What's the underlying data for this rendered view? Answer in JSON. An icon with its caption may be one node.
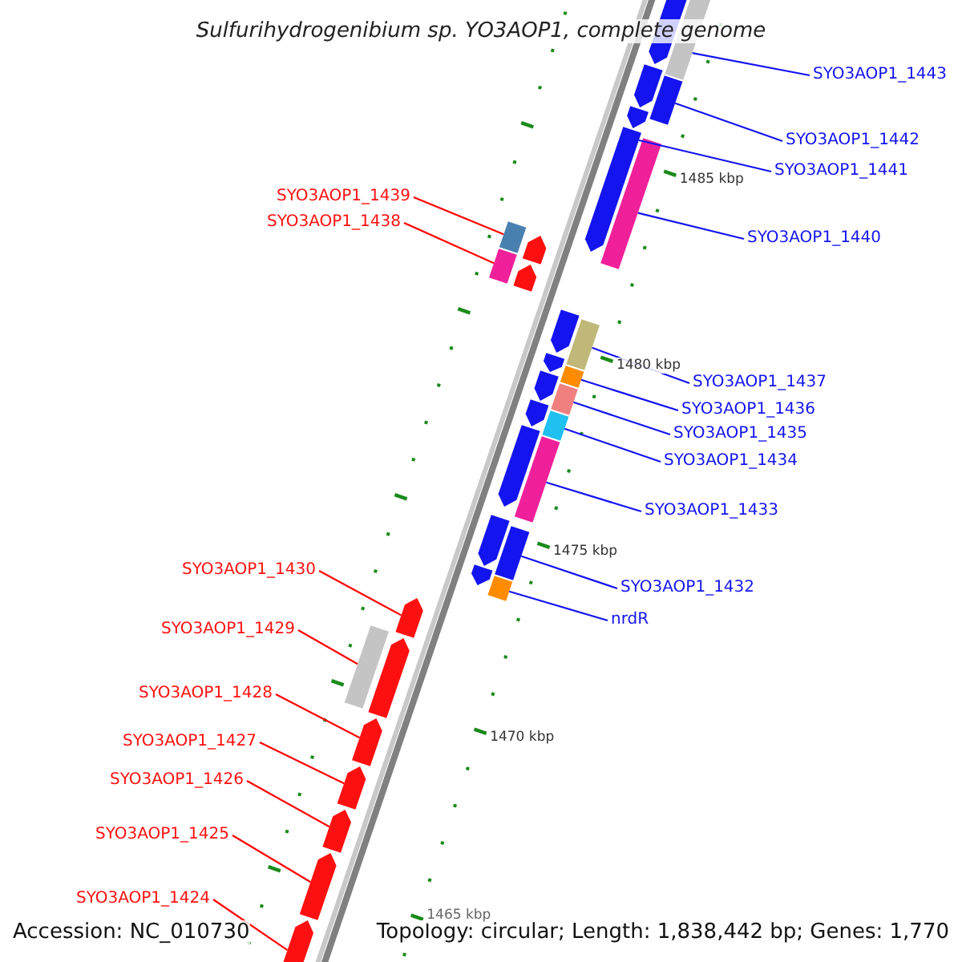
{
  "diagram": {
    "title": "Sulfurihydrogenibium sp. YO3AOP1, complete genome",
    "nodes": [
      {
        "text": [
          "SYO3AOP1_1443"
        ]
      },
      {
        "text": [
          "SYO3AOP1_1442"
        ]
      },
      {
        "text": [
          "SYO3AOP1_1441"
        ]
      },
      {
        "text": [
          "SYO3AOP1_1439"
        ]
      },
      {
        "text": [
          "SYO3AOP1_1438"
        ]
      },
      {
        "text": [
          "SYO3AOP1_1440"
        ]
      },
      {
        "text": [
          "SYO3AOP1_1437"
        ]
      },
      {
        "text": [
          "SYO3AOP1_1436"
        ]
      },
      {
        "text": [
          "SYO3AOP1_1435"
        ]
      },
      {
        "text": [
          "SYO3AOP1_1434"
        ]
      },
      {
        "text": [
          "SYO3AOP1_1433"
        ]
      },
      {
        "text": [
          "SYO3AOP1_1430"
        ]
      },
      {
        "text": [
          "SYO3AOP1_1432"
        ]
      },
      {
        "text": [
          "nrdR"
        ]
      },
      {
        "text": [
          "SYO3AOP1_1429"
        ]
      },
      {
        "text": [
          "SYO3AOP1_1428"
        ]
      },
      {
        "text": [
          "SYO3AOP1_1427"
        ]
      },
      {
        "text": [
          "SYO3AOP1_1426"
        ]
      },
      {
        "text": [
          "SYO3AOP1_1425"
        ]
      },
      {
        "text": [
          "SYO3AOP1_1424"
        ]
      },
      {
        "text": [],
        "shape": "bar"
      },
      {
        "text": [],
        "shape": "bar"
      },
      {
        "text": [],
        "shape": "arrow"
      },
      {
        "text": [],
        "shape": "bar"
      },
      {
        "text": [],
        "shape": "bar"
      },
      {
        "text": [],
        "shape": "bar"
      },
      {
        "text": [],
        "shape": "bar"
      },
      {
        "text": [],
        "shape": "bar"
      },
      {
        "text": [],
        "shape": "bar"
      },
      {
        "text": [],
        "shape": "bar"
      },
      {
        "text": [],
        "shape": "bar"
      },
      {
        "text": [],
        "shape": "bar"
      },
      {
        "text": [],
        "shape": "bar"
      },
      {
        "text": [],
        "shape": "arrow"
      },
      {
        "text": [],
        "shape": "bar"
      },
      {
        "text": [],
        "shape": "arrow"
      },
      {
        "text": [],
        "shape": "arrow"
      },
      {
        "text": [],
        "shape": "arrow"
      },
      {
        "text": [],
        "shape": "arrow"
      },
      {
        "text": [],
        "shape": "arrow"
      }
    ],
    "edges": [
      {
        "from": 0,
        "to": 20,
        "arrow": "none"
      },
      {
        "from": 1,
        "to": 21,
        "arrow": "none"
      },
      {
        "from": 2,
        "to": 22,
        "arrow": "none"
      },
      {
        "from": 3,
        "to": 24,
        "arrow": "none",
        "color": "#ff0000"
      },
      {
        "from": 4,
        "to": 25,
        "arrow": "none",
        "color": "#ff0000"
      },
      {
        "from": 5,
        "to": 23,
        "arrow": "none"
      },
      {
        "from": 6,
        "to": 26,
        "arrow": "none"
      },
      {
        "from": 7,
        "to": 27,
        "arrow": "none"
      },
      {
        "from": 8,
        "to": 28,
        "arrow": "none"
      },
      {
        "from": 9,
        "to": 29,
        "arrow": "none"
      },
      {
        "from": 10,
        "to": 30,
        "arrow": "none"
      },
      {
        "from": 11,
        "to": 33,
        "arrow": "none",
        "color": "#ff0000"
      },
      {
        "from": 12,
        "to": 31,
        "arrow": "none"
      },
      {
        "from": 13,
        "to": 32,
        "arrow": "none"
      },
      {
        "from": 14,
        "to": 34,
        "arrow": "none",
        "color": "#ff0000"
      },
      {
        "from": 15,
        "to": 35,
        "arrow": "none",
        "color": "#ff0000"
      },
      {
        "from": 16,
        "to": 36,
        "arrow": "none",
        "color": "#ff0000"
      },
      {
        "from": 17,
        "to": 37,
        "arrow": "none",
        "color": "#ff0000"
      },
      {
        "from": 18,
        "to": 38,
        "arrow": "none",
        "color": "#ff0000"
      },
      {
        "from": 19,
        "to": 39,
        "arrow": "none",
        "color": "#ff0000"
      }
    ],
    "labels": [
      "1485 kbp",
      "1480 kbp",
      "1475 kbp",
      "1470 kbp",
      "1465 kbp",
      "Accession: NC_010730",
      "Topology: circular; Length: 1,838,442 bp; Genes: 1,770"
    ]
  }
}
